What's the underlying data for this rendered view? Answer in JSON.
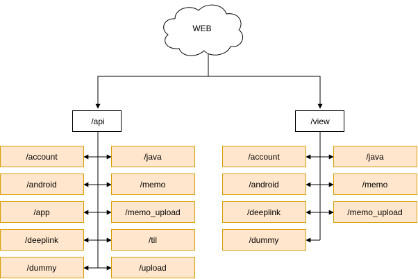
{
  "root": {
    "label": "WEB",
    "shape": "cloud"
  },
  "groups": [
    {
      "label": "/api",
      "left_children": [
        "/account",
        "/android",
        "/app",
        "/deeplink",
        "/dummy"
      ],
      "right_children": [
        "/java",
        "/memo",
        "/memo_upload",
        "/til",
        "/upload"
      ]
    },
    {
      "label": "/view",
      "left_children": [
        "/account",
        "/android",
        "/deeplink",
        "/dummy"
      ],
      "right_children": [
        "/java",
        "/memo",
        "/memo_upload"
      ]
    }
  ],
  "colors": {
    "child_fill": "#ffe6cc",
    "child_stroke": "#d79b00",
    "group_fill": "#ffffff",
    "line": "#000000"
  }
}
